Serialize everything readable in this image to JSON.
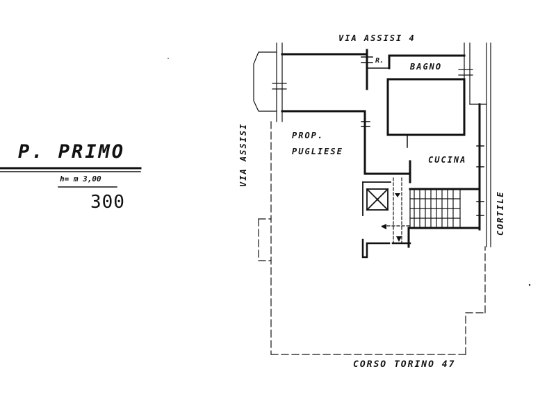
{
  "floor": {
    "title": "P. PRIMO",
    "height_note": "h= m 3,00",
    "scale_note": "300"
  },
  "streets": {
    "top": "VIA ASSISI 4",
    "left": "VIA ASSISI",
    "right": "CORTILE",
    "bottom": "CORSO TORINO 47"
  },
  "rooms": {
    "r_label": "R.",
    "bagno": "BAGNO",
    "prop_line1": "PROP.",
    "prop_line2": "PUGLIESE",
    "cucina": "CUCINA"
  },
  "colors": {
    "ink": "#111111",
    "paper": "#ffffff"
  }
}
